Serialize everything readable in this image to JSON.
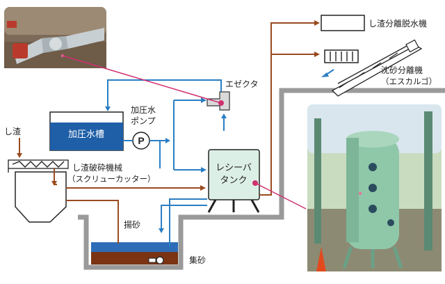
{
  "labels": {
    "shisa": "し渣",
    "kaatsu_suisou": "加圧水槽",
    "kaatsusui": "加圧水",
    "pump": "ポンプ",
    "pump_symbol": "P",
    "ezekuta": "エゼクタ",
    "receiver_line1": "レシーバ",
    "receiver_line2": "タンク",
    "crusher_line1": "し渣破砕機械",
    "crusher_line2": "（スクリューカッター）",
    "yousa": "揚砂",
    "shusa": "集砂",
    "dewater": "し渣分離脱水機",
    "separator_line1": "沈砂分離機",
    "separator_line2": "（エスカルゴ）"
  },
  "colors": {
    "flow_water": "#2a7ec3",
    "flow_sludge": "#9a4a1f",
    "tank_fill": "#1f5fa8",
    "receiver_fill": "#dcefe6",
    "leader_line": "#d0306f",
    "channel_wall": "#9a9a9a",
    "sand_layer": "#7a3414",
    "water_layer": "#2e6cb8"
  },
  "photos": {
    "ejector_photo_icon": "pipe-photo",
    "receiver_photo_icon": "tank-photo"
  }
}
